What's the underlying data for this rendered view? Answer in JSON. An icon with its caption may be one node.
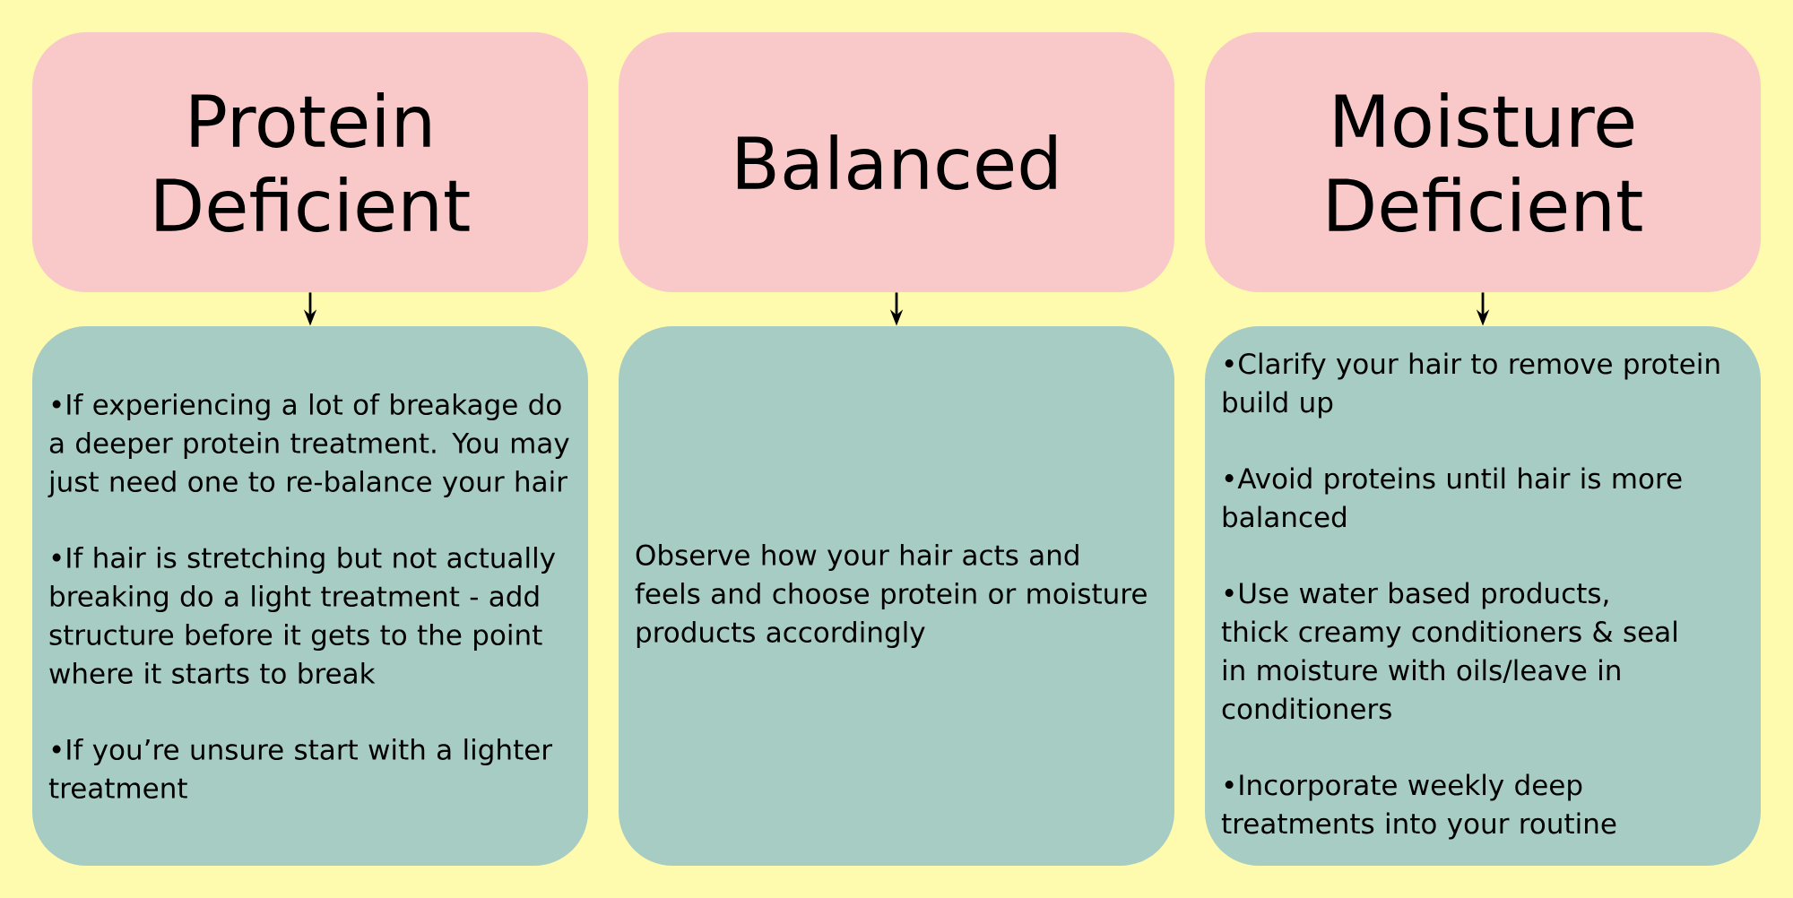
{
  "diagram": {
    "nodes": [
      {
        "text": [
          "Protein Deficient"
        ]
      },
      {
        "text": [
          "•If experiencing a lot of breakage do a deeper protein treatment. You may just need one to re-balance your hair",
          "•If hair is stretching but not actually breaking do a light treatment - add structure before it gets to the point where it starts to break",
          "•If you’re unsure start with a lighter treatment"
        ]
      },
      {
        "text": [
          "Balanced"
        ]
      },
      {
        "text": [
          "Observe how your hair acts and feels and choose protein or moisture products accordingly"
        ]
      },
      {
        "text": [
          "Moisture Deficient"
        ]
      },
      {
        "text": [
          "•Clarify your hair to remove protein build up",
          "•Avoid proteins until hair is more balanced",
          "•Use water based products, thick creamy conditioners & seal in moisture with oils/leave in conditioners",
          "•Incorporate weekly deep treatments into your routine"
        ]
      }
    ],
    "edges": [
      {
        "from": 0,
        "to": 1,
        "arrow": "to"
      },
      {
        "from": 2,
        "to": 3,
        "arrow": "to"
      },
      {
        "from": 4,
        "to": 5,
        "arrow": "to"
      }
    ]
  }
}
